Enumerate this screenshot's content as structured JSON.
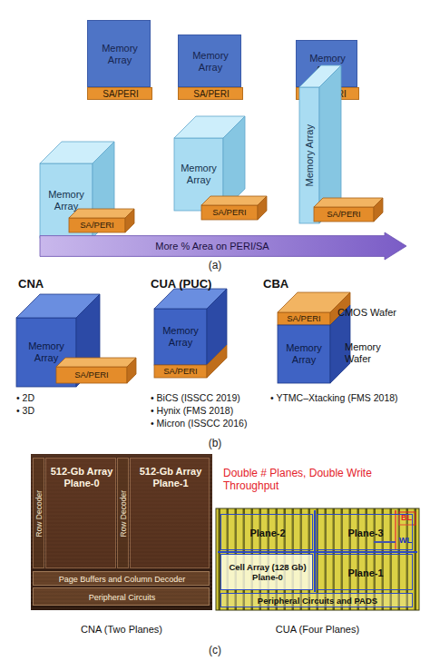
{
  "diagram": {
    "nodes": [
      {
        "text": [
          "Memory Array"
        ]
      },
      {
        "text": [
          "SA/PERI"
        ]
      },
      {
        "text": [
          "Memory Array"
        ]
      },
      {
        "text": [
          "SA/PERI"
        ]
      },
      {
        "text": [
          "Memory Array"
        ]
      },
      {
        "text": [
          "SA/PERI"
        ]
      },
      {
        "text": [
          "Memory Array"
        ]
      },
      {
        "text": [
          "SA/PERI"
        ]
      },
      {
        "text": [
          "Memory Array"
        ]
      },
      {
        "text": [
          "SA/PERI"
        ]
      },
      {
        "text": [
          "Memory Array"
        ]
      },
      {
        "text": [
          "SA/PERI"
        ]
      },
      {
        "text": [
          "More % Area on PERI/SA"
        ]
      },
      {
        "text": [
          "Memory Array"
        ]
      },
      {
        "text": [
          "SA/PERI"
        ]
      },
      {
        "text": [
          "Memory Array"
        ]
      },
      {
        "text": [
          "SA/PERI"
        ]
      },
      {
        "text": [
          "SA/PERI"
        ]
      },
      {
        "text": [
          "Memory Array"
        ]
      },
      {
        "text": [
          "Row Decoder"
        ]
      },
      {
        "text": [
          "512-Gb Array Plane-0"
        ]
      },
      {
        "text": [
          "Row Decoder"
        ]
      },
      {
        "text": [
          "512-Gb Array Plane-1"
        ]
      },
      {
        "text": [
          "Page Buffers and Column Decoder"
        ]
      },
      {
        "text": [
          "Peripheral Circuits"
        ]
      },
      {
        "text": [
          "Plane-2"
        ]
      },
      {
        "text": [
          "Plane-3"
        ]
      },
      {
        "text": [
          "Cell Array (128 Gb) Plane-0"
        ]
      },
      {
        "text": [
          "Plane-1"
        ]
      },
      {
        "text": [
          "Peripheral Circuits and PADS"
        ]
      }
    ],
    "labels": [
      "(a)",
      "CNA",
      "CUA (PUC)",
      "CBA",
      "CMOS Wafer",
      "Memory Wafer",
      "• 2D",
      "• 3D",
      "• BiCS (ISSCC 2019)",
      "• Hynix (FMS 2018)",
      "• Micron (ISSCC 2016)",
      "• YTMC–Xtacking (FMS 2018)",
      "(b)",
      "Double # Planes, Double Write Throughput",
      "BL",
      "WL",
      "CNA (Two Planes)",
      "CUA (Four Planes)",
      "(c)"
    ]
  }
}
